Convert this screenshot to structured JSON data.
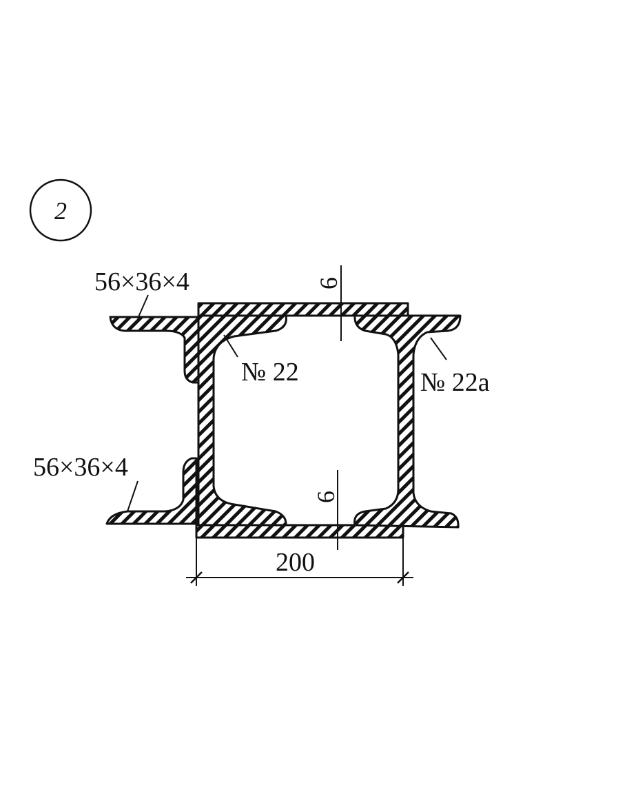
{
  "figure": {
    "number": "2",
    "angle_top_label": "56×36×4",
    "angle_bottom_label": "56×36×4",
    "channel_label": "№ 22",
    "ibeam_label": "№ 22a",
    "plate_thickness_top": "6",
    "plate_thickness_bottom": "6",
    "width_dimension": "200"
  },
  "colors": {
    "ink": "#111111",
    "background": "#ffffff"
  }
}
